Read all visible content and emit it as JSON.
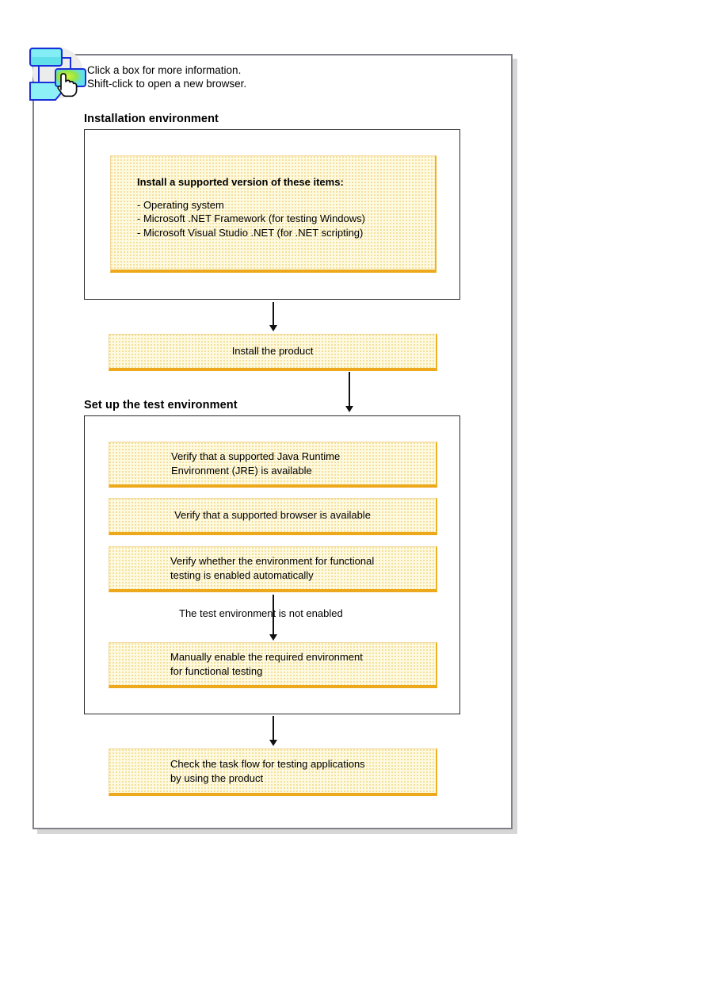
{
  "page": {
    "title": "Installation and test environment setup task flow"
  },
  "header": {
    "icon": "flowchart-click-icon",
    "instruction_line1": "Click a box for more information.",
    "instruction_line2": "Shift-click to open a new browser."
  },
  "sections": [
    {
      "id": "installation-environment",
      "heading": "Installation environment",
      "boxes": [
        {
          "id": "prerequisites",
          "heading": "Install a supported version of these items:",
          "items": [
            "- Operating system",
            "- Microsoft .NET Framework (for testing Windows)",
            "- Microsoft Visual Studio .NET (for .NET scripting)"
          ]
        }
      ]
    },
    {
      "id": "set-up-test-environment",
      "heading": "Set up the test environment",
      "boxes": [
        {
          "id": "verify-jre",
          "line1": "Verify that a supported Java Runtime",
          "line2": "Environment (JRE) is available"
        },
        {
          "id": "verify-browser",
          "line1": "Verify that a supported browser is available",
          "line2": ""
        },
        {
          "id": "verify-auto-enabled",
          "line1": "Verify whether the environment for functional",
          "line2": "testing is enabled automatically"
        },
        {
          "id": "manual-enable",
          "line1": "Manually enable the required environment",
          "line2": "for functional testing"
        }
      ]
    }
  ],
  "standalone_boxes": {
    "install_product": "Install the product",
    "task_flow_line1": "Check the task flow for testing applications",
    "task_flow_line2": "by using the product"
  },
  "edge_labels": {
    "not_enabled": "The test environment is not enabled"
  },
  "colors": {
    "box_fill": "#fdfae1",
    "box_accent": "#eda91b",
    "box_border_light": "#f2d79a",
    "frame_border": "#808088",
    "frame_shadow": "#d6d6d6",
    "section_border": "#2a2a2a",
    "arrow": "#111111",
    "text": "#000000",
    "icon_blue": "#1b2fd8",
    "icon_cyan": "#62e0ea",
    "icon_green": "#9be52a"
  }
}
